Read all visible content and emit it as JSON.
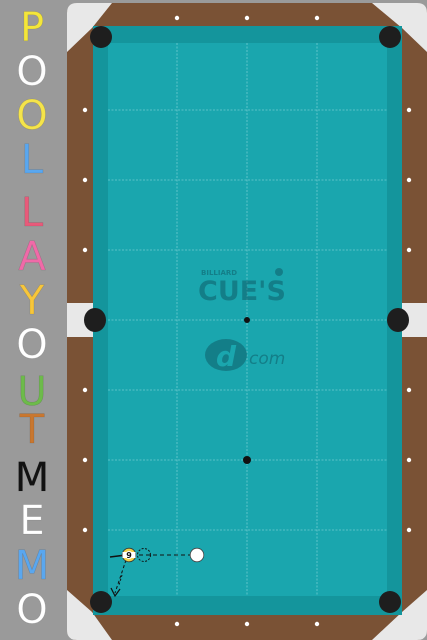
{
  "app": {
    "title_letters": [
      {
        "char": "P",
        "color": "#f4e63a"
      },
      {
        "char": "O",
        "color": "#fdfdfd"
      },
      {
        "char": "O",
        "color": "#f5e44a"
      },
      {
        "char": "L",
        "color": "#5aa7ef"
      },
      {
        "char": "L",
        "color": "#e85a7a"
      },
      {
        "char": "A",
        "color": "#f06aa8"
      },
      {
        "char": "Y",
        "color": "#f7c63a"
      },
      {
        "char": "O",
        "color": "#ffffff"
      },
      {
        "char": "U",
        "color": "#6dbb4a"
      },
      {
        "char": "T",
        "color": "#c9772f"
      },
      {
        "char": "M",
        "color": "#121212"
      },
      {
        "char": "E",
        "color": "#ffffff"
      },
      {
        "char": "M",
        "color": "#5aa7ef"
      },
      {
        "char": "O",
        "color": "#ffffff"
      }
    ]
  },
  "table": {
    "cloth_color": "#1aa6ae",
    "cushion_color": "#14959c",
    "rail_color": "#7a5235",
    "corner_color": "#e8e8e8",
    "pocket_color": "#1e1e1e",
    "logo": {
      "small_text": "BILLIARD",
      "main_text": "CUE'S",
      "sub_text": "com",
      "mark_letter": "d"
    }
  },
  "balls": [
    {
      "name": "cue-ball",
      "label": "",
      "color": "#ffffff"
    },
    {
      "name": "nine-ball",
      "label": "9",
      "color": "#f1d24a"
    }
  ],
  "icons": {
    "rail_diamonds": "diamond-sight",
    "spot_markers": "table-spot"
  }
}
